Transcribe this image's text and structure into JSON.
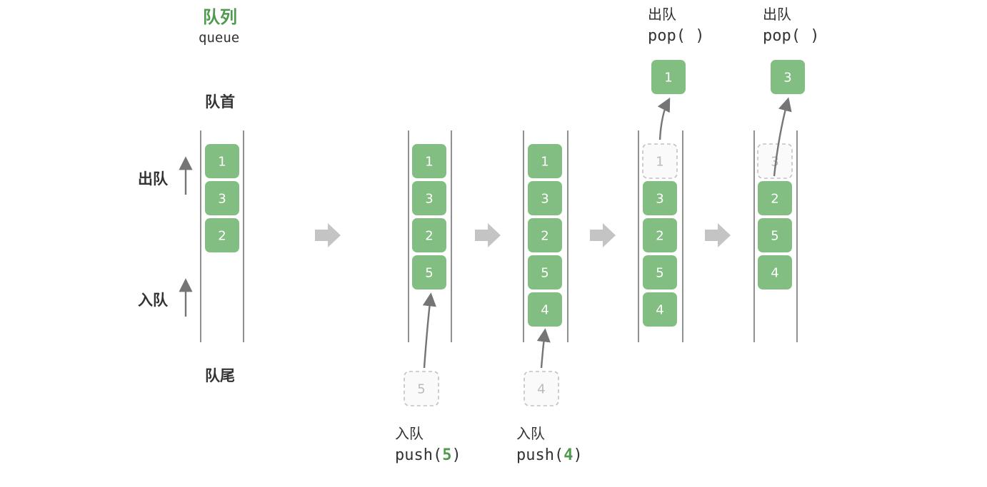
{
  "title": "队列",
  "subtitle": "queue",
  "labels": {
    "head": "队首",
    "tail": "队尾",
    "dequeue": "出队",
    "enqueue": "入队"
  },
  "columns": [
    {
      "items": [
        "1",
        "3",
        "2"
      ],
      "ghost": null
    },
    {
      "items": [
        "1",
        "3",
        "2",
        "5"
      ],
      "ghost": null
    },
    {
      "items": [
        "1",
        "3",
        "2",
        "5",
        "4"
      ],
      "ghost": null
    },
    {
      "items": [
        "3",
        "2",
        "5",
        "4"
      ],
      "ghost": "1"
    },
    {
      "items": [
        "2",
        "5",
        "4"
      ],
      "ghost": "3"
    }
  ],
  "operations": [
    {
      "label": "入队",
      "func": "push",
      "arg": "5",
      "incoming": "5"
    },
    {
      "label": "入队",
      "func": "push",
      "arg": "4",
      "incoming": "4"
    },
    {
      "label": "出队",
      "func": "pop",
      "result": "1"
    },
    {
      "label": "出队",
      "func": "pop",
      "result": "3"
    }
  ],
  "colors": {
    "node": "#82bd82",
    "accent": "#4f9a4f",
    "line": "#555555",
    "arrow": "#757575",
    "step_arrow": "#c4c4c4",
    "ghost_border": "#c2c2c2"
  }
}
